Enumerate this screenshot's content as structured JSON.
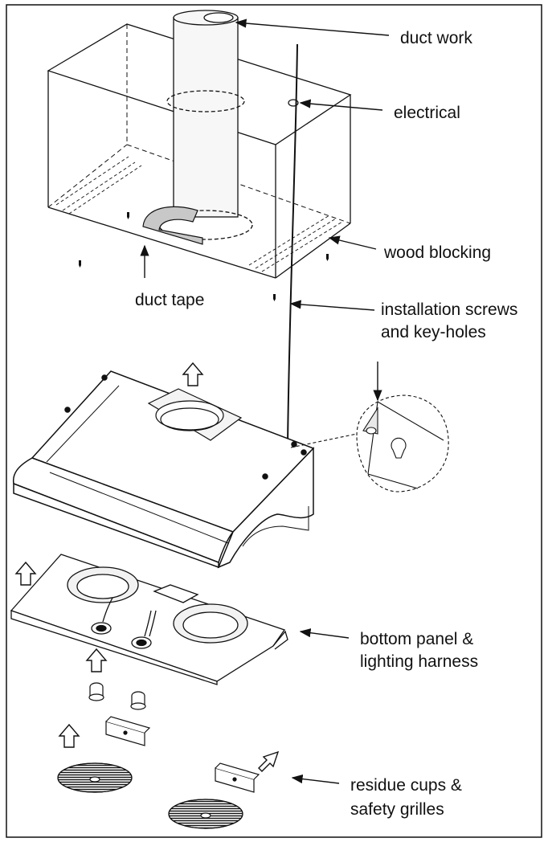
{
  "labels": {
    "duct_work": "duct work",
    "electrical": "electrical",
    "wood_blocking": "wood blocking",
    "duct_tape": "duct tape",
    "installation_1": "installation screws",
    "installation_2": "and key-holes",
    "bottom_panel_1": "bottom panel &",
    "bottom_panel_2": "lighting harness",
    "residue_1": "residue cups &",
    "residue_2": "safety grilles"
  },
  "colors": {
    "line": "#111111",
    "fill_light": "#f4f4f4",
    "tape": "#c8c8c8"
  }
}
